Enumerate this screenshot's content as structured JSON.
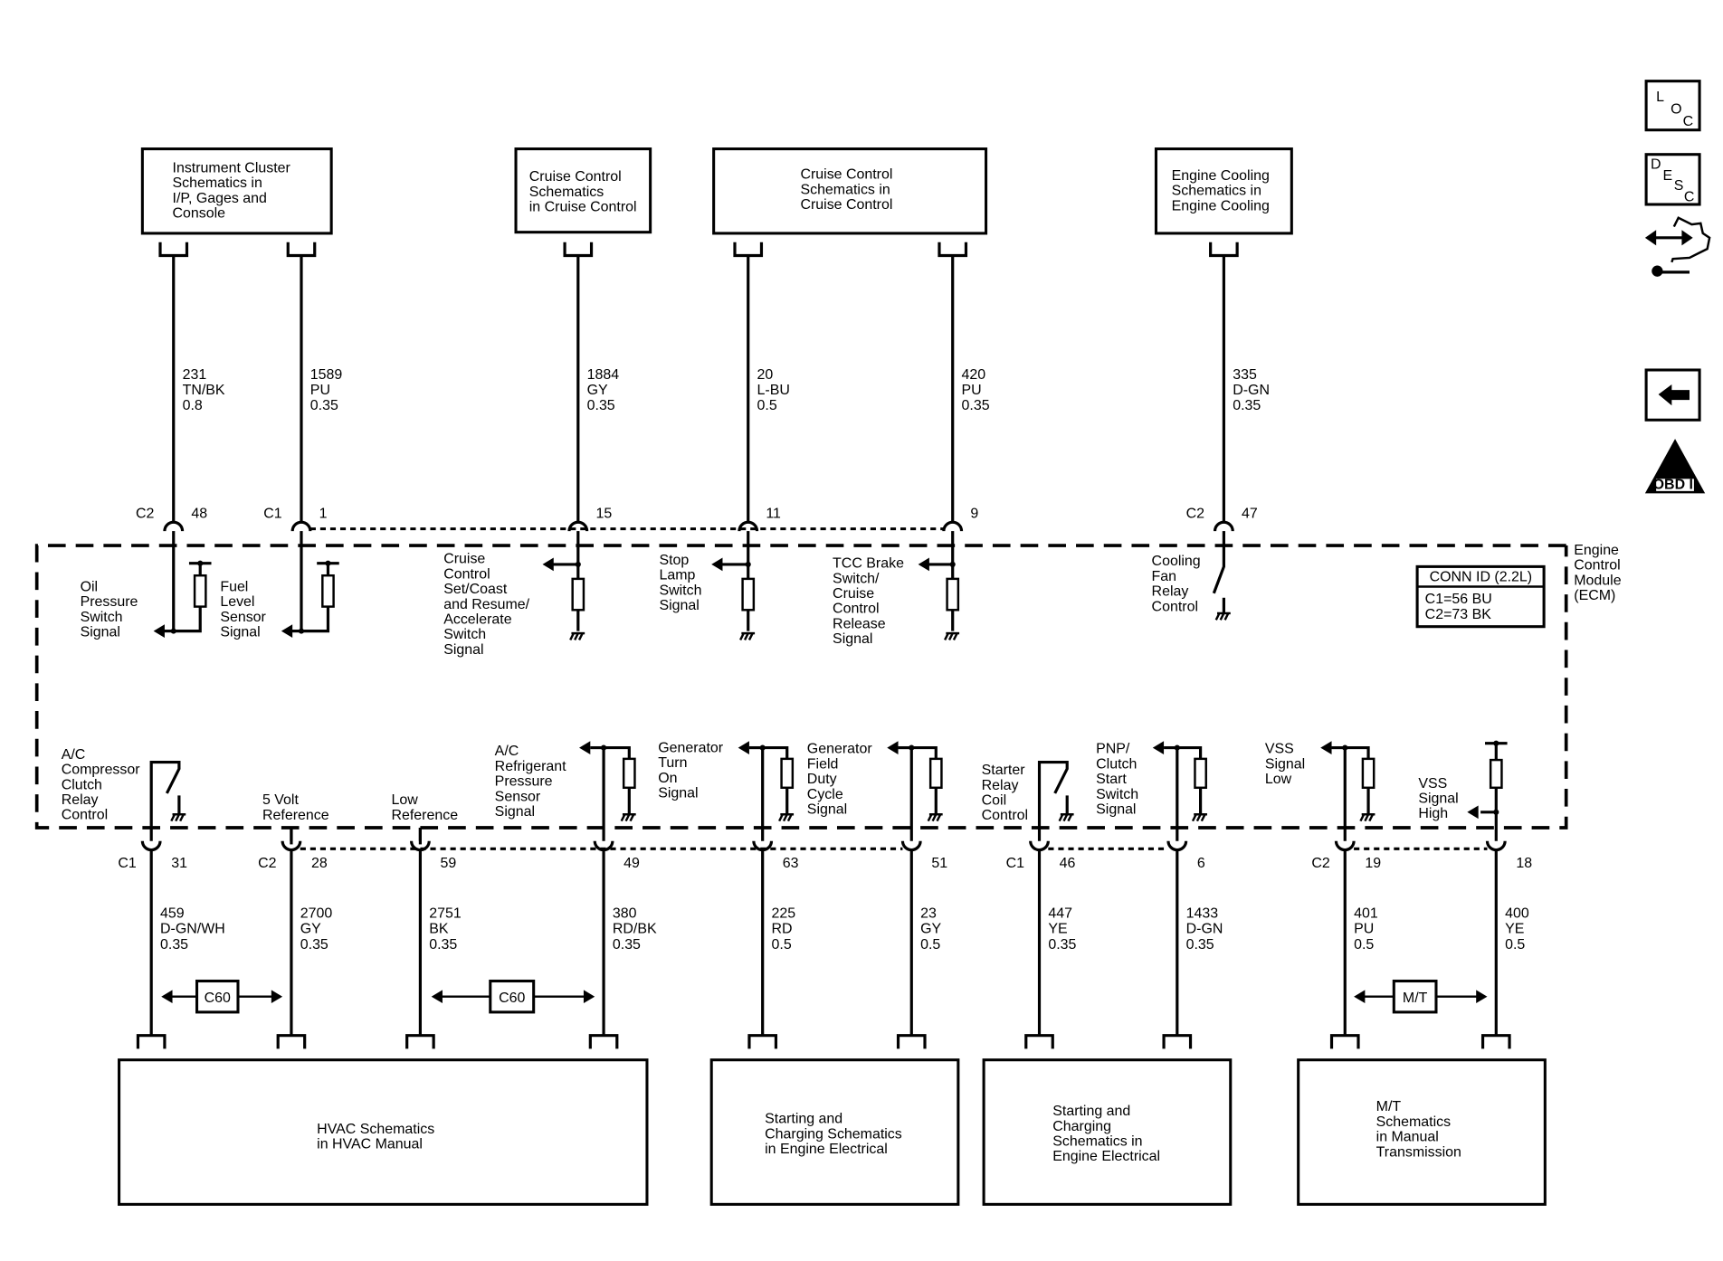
{
  "side_icons": {
    "loc": {
      "name": "location-icon",
      "letters": [
        "L",
        "O",
        "C"
      ]
    },
    "desc": {
      "name": "description-icon",
      "letters": [
        "D",
        "E",
        "S",
        "C"
      ]
    },
    "diag": {
      "name": "diagnostic-wrench-icon"
    },
    "back": {
      "name": "back-arrow-icon"
    },
    "obd": {
      "name": "obd-ii-icon",
      "numeral": "II",
      "label": "OBD II"
    }
  },
  "top_modules": [
    {
      "lines": [
        "Instrument Cluster",
        "Schematics in",
        "I/P, Gages and",
        "Console"
      ]
    },
    {
      "lines": [
        "Cruise Control",
        "Schematics",
        "in Cruise Control"
      ]
    },
    {
      "lines": [
        "Cruise Control",
        "Schematics in",
        "Cruise Control"
      ]
    },
    {
      "lines": [
        "Engine Cooling",
        "Schematics in",
        "Engine Cooling"
      ]
    }
  ],
  "top_circuits": [
    {
      "connector": "C2",
      "pin": "48",
      "circuit": "231",
      "color": "TN/BK",
      "size": "0.8"
    },
    {
      "connector": "C1",
      "pin": "1",
      "circuit": "1589",
      "color": "PU",
      "size": "0.35"
    },
    {
      "connector": "",
      "pin": "15",
      "circuit": "1884",
      "color": "GY",
      "size": "0.35"
    },
    {
      "connector": "",
      "pin": "11",
      "circuit": "20",
      "color": "L-BU",
      "size": "0.5"
    },
    {
      "connector": "",
      "pin": "9",
      "circuit": "420",
      "color": "PU",
      "size": "0.35"
    },
    {
      "connector": "C2",
      "pin": "47",
      "circuit": "335",
      "color": "D-GN",
      "size": "0.35"
    }
  ],
  "ecm": {
    "title_lines": [
      "Engine",
      "Control",
      "Module",
      "(ECM)"
    ],
    "conn_id": {
      "title": "CONN ID (2.2L)",
      "lines": [
        "C1=56 BU",
        "C2=73 BK"
      ]
    },
    "top_signals": [
      {
        "lines": [
          "Oil",
          "Pressure",
          "Switch",
          "Signal"
        ]
      },
      {
        "lines": [
          "Fuel",
          "Level",
          "Sensor",
          "Signal"
        ]
      },
      {
        "lines": [
          "Cruise",
          "Control",
          "Set/Coast",
          "and Resume/",
          "Accelerate",
          "Switch",
          "Signal"
        ]
      },
      {
        "lines": [
          "Stop",
          "Lamp",
          "Switch",
          "Signal"
        ]
      },
      {
        "lines": [
          "TCC Brake",
          "Switch/",
          "Cruise",
          "Control",
          "Release",
          "Signal"
        ]
      },
      {
        "lines": [
          "Cooling",
          "Fan",
          "Relay",
          "Control"
        ]
      }
    ],
    "bottom_signals": [
      {
        "lines": [
          "A/C",
          "Compressor",
          "Clutch",
          "Relay",
          "Control"
        ]
      },
      {
        "lines": [
          "5 Volt",
          "Reference"
        ]
      },
      {
        "lines": [
          "Low",
          "Reference"
        ]
      },
      {
        "lines": [
          "A/C",
          "Refrigerant",
          "Pressure",
          "Sensor",
          "Signal"
        ]
      },
      {
        "lines": [
          "Generator",
          "Turn",
          "On",
          "Signal"
        ]
      },
      {
        "lines": [
          "Generator",
          "Field",
          "Duty",
          "Cycle",
          "Signal"
        ]
      },
      {
        "lines": [
          "Starter",
          "Relay",
          "Coil",
          "Control"
        ]
      },
      {
        "lines": [
          "PNP/",
          "Clutch",
          "Start",
          "Switch",
          "Signal"
        ]
      },
      {
        "lines": [
          "VSS",
          "Signal",
          "Low"
        ]
      },
      {
        "lines": [
          "VSS",
          "Signal",
          "High"
        ]
      }
    ]
  },
  "bottom_circuits": [
    {
      "connector": "C1",
      "pin": "31",
      "circuit": "459",
      "color": "D-GN/WH",
      "size": "0.35"
    },
    {
      "connector": "C2",
      "pin": "28",
      "circuit": "2700",
      "color": "GY",
      "size": "0.35"
    },
    {
      "connector": "",
      "pin": "59",
      "circuit": "2751",
      "color": "BK",
      "size": "0.35"
    },
    {
      "connector": "",
      "pin": "49",
      "circuit": "380",
      "color": "RD/BK",
      "size": "0.35"
    },
    {
      "connector": "",
      "pin": "63",
      "circuit": "225",
      "color": "RD",
      "size": "0.5"
    },
    {
      "connector": "",
      "pin": "51",
      "circuit": "23",
      "color": "GY",
      "size": "0.5"
    },
    {
      "connector": "C1",
      "pin": "46",
      "circuit": "447",
      "color": "YE",
      "size": "0.35"
    },
    {
      "connector": "",
      "pin": "6",
      "circuit": "1433",
      "color": "D-GN",
      "size": "0.35"
    },
    {
      "connector": "C2",
      "pin": "19",
      "circuit": "401",
      "color": "PU",
      "size": "0.5"
    },
    {
      "connector": "",
      "pin": "18",
      "circuit": "400",
      "color": "YE",
      "size": "0.5"
    }
  ],
  "inline_connectors": [
    "C60",
    "C60",
    "M/T"
  ],
  "bottom_modules": [
    {
      "lines": [
        "HVAC Schematics",
        "in HVAC Manual"
      ]
    },
    {
      "lines": [
        "Starting and",
        "Charging Schematics",
        "in Engine Electrical"
      ]
    },
    {
      "lines": [
        "Starting and",
        "Charging",
        "Schematics in",
        "Engine Electrical"
      ]
    },
    {
      "lines": [
        "M/T",
        "Schematics",
        "in Manual",
        "Transmission"
      ]
    }
  ]
}
